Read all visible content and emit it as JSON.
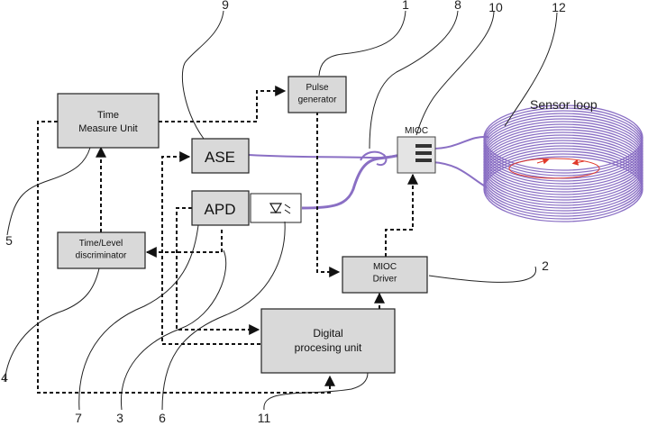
{
  "blocks": {
    "time_measure_unit": "Time\nMeasure Unit",
    "pulse_generator": "Pulse\ngenerator",
    "ase": "ASE",
    "apd": "APD",
    "time_level_discriminator": "Time/Level\ndiscriminator",
    "mioc": "MIOC",
    "mioc_driver": "MIOC\nDriver",
    "digital_processing_unit": "Digital\nprocesing unit"
  },
  "sensor_loop_label": "Sensor loop",
  "reference_numbers": [
    "1",
    "2",
    "3",
    "4",
    "5",
    "6",
    "7",
    "8",
    "9",
    "10",
    "11",
    "12"
  ],
  "colors": {
    "fiber": "#8a6fc4",
    "box_fill": "#d9d9d9",
    "rotation_arrows": "#e0392b"
  }
}
